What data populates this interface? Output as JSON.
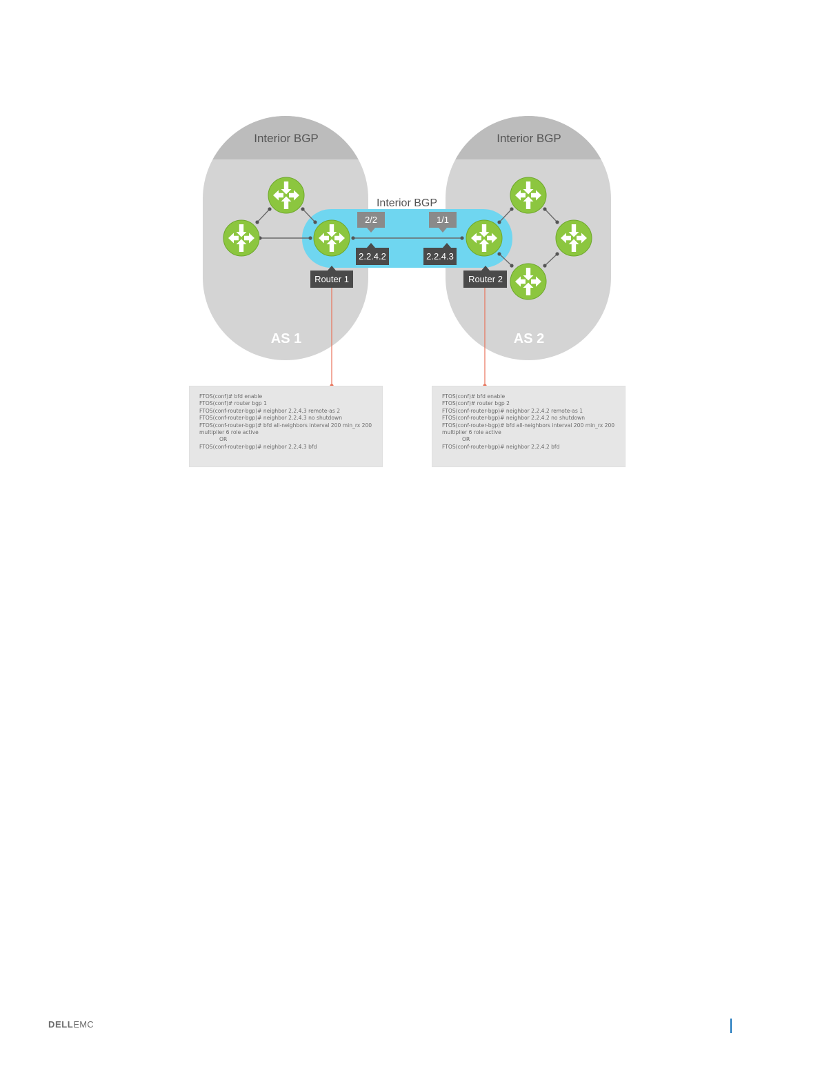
{
  "colors": {
    "as_bubble": "#d4d4d4",
    "as_header": "#bcbcbc",
    "ibgp_link": "#6fd6f0",
    "router_fill": "#8cc63f",
    "router_stroke": "#ffffff",
    "label_dark": "#4a4a4a",
    "label_port": "#8a8a8a",
    "leader_line": "#e8735a"
  },
  "diagram": {
    "as1": {
      "header": "Interior BGP",
      "label": "AS 1"
    },
    "as2": {
      "header": "Interior BGP",
      "label": "AS 2"
    },
    "link_label": "Interior BGP",
    "router1": {
      "name": "Router 1",
      "port": "2/2",
      "ip": "2.2.4.2"
    },
    "router2": {
      "name": "Router 2",
      "port": "1/1",
      "ip": "2.2.4.3"
    },
    "router_icon": "router-arrows-icon"
  },
  "config1": {
    "lines": [
      "FTOS(conf)# bfd enable",
      "FTOS(conf)# router bgp 1",
      "FTOS(conf-router-bgp)# neighbor 2.2.4.3 remote-as 2",
      "FTOS(conf-router-bgp)# neighbor 2.2.4.3 no shutdown",
      "FTOS(conf-router-bgp)# bfd all-neighbors interval 200 min_rx 200",
      "multiplier 6 role active",
      "            OR",
      "FTOS(conf-router-bgp)# neighbor 2.2.4.3 bfd"
    ]
  },
  "config2": {
    "lines": [
      "FTOS(conf)# bfd enable",
      "FTOS(conf)# router bgp 2",
      "FTOS(conf-router-bgp)# neighbor 2.2.4.2 remote-as 1",
      "FTOS(conf-router-bgp)# neighbor 2.2.4.2 no shutdown",
      "FTOS(conf-router-bgp)# bfd all-neighbors interval 200 min_rx 200",
      "multiplier 6 role active",
      "            OR",
      "FTOS(conf-router-bgp)# neighbor 2.2.4.2 bfd"
    ]
  },
  "footer": {
    "logo_dell": "DELL",
    "logo_emc": "EMC"
  }
}
